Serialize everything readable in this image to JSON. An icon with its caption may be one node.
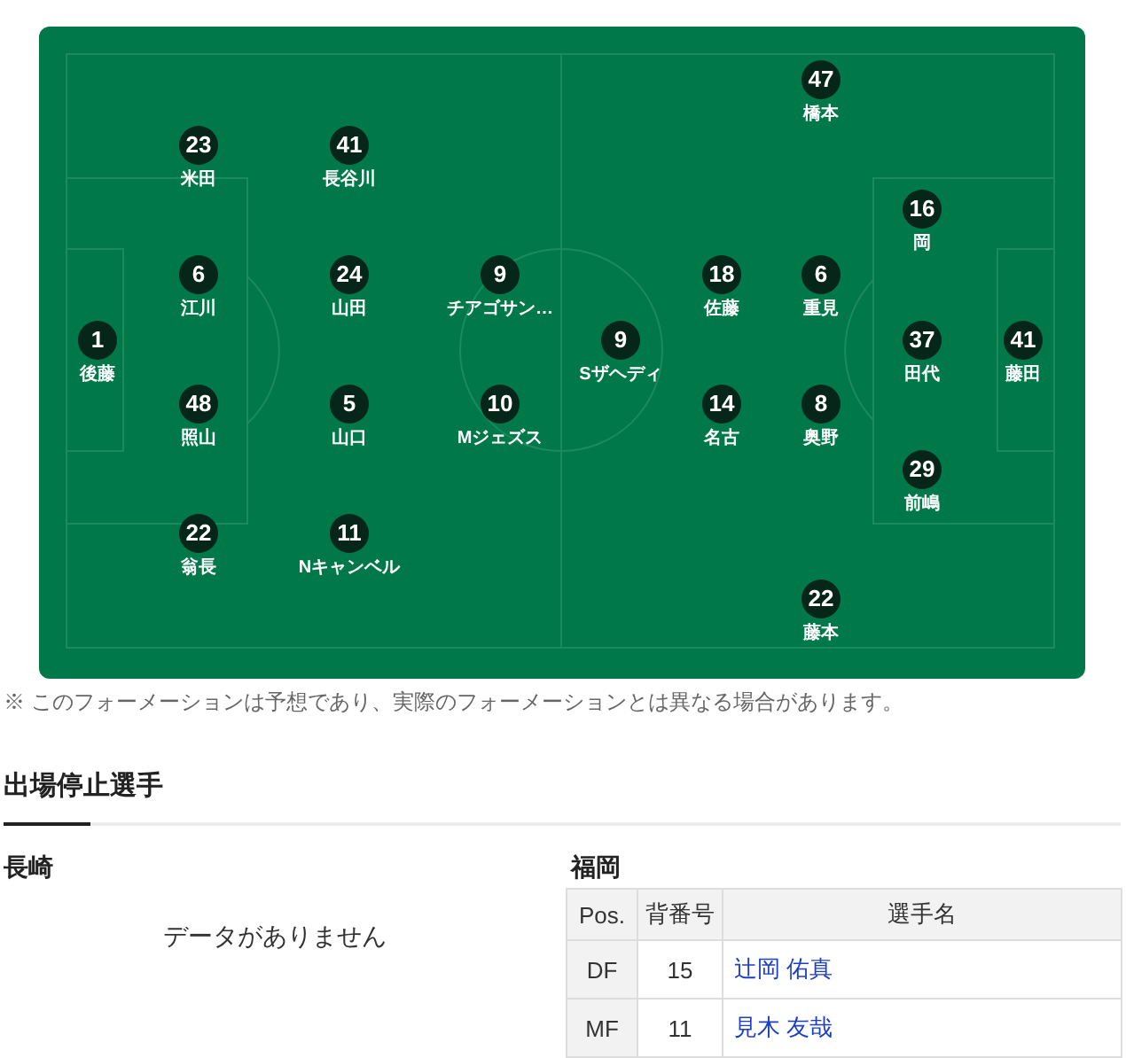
{
  "diagram": {
    "nodes": [
      {
        "text": [
          "1",
          "後藤"
        ]
      },
      {
        "text": [
          "23",
          "米田"
        ]
      },
      {
        "text": [
          "6",
          "江川"
        ]
      },
      {
        "text": [
          "48",
          "照山"
        ]
      },
      {
        "text": [
          "22",
          "翁長"
        ]
      },
      {
        "text": [
          "41",
          "長谷川"
        ]
      },
      {
        "text": [
          "24",
          "山田"
        ]
      },
      {
        "text": [
          "5",
          "山口"
        ]
      },
      {
        "text": [
          "11",
          "Nキャンベル"
        ]
      },
      {
        "text": [
          "9",
          "チアゴサン…"
        ]
      },
      {
        "text": [
          "10",
          "Mジェズス"
        ]
      },
      {
        "text": [
          "9",
          "Sザヘディ"
        ]
      },
      {
        "text": [
          "18",
          "佐藤"
        ]
      },
      {
        "text": [
          "14",
          "名古"
        ]
      },
      {
        "text": [
          "47",
          "橋本"
        ]
      },
      {
        "text": [
          "6",
          "重見"
        ]
      },
      {
        "text": [
          "8",
          "奥野"
        ]
      },
      {
        "text": [
          "22",
          "藤本"
        ]
      },
      {
        "text": [
          "16",
          "岡"
        ]
      },
      {
        "text": [
          "37",
          "田代"
        ]
      },
      {
        "text": [
          "29",
          "前嶋"
        ]
      },
      {
        "text": [
          "41",
          "藤田"
        ]
      }
    ],
    "edges": [],
    "labels": [
      "※ このフォーメーションは予想であり、実際のフォーメーションとは異なる場合があります。",
      "出場停止選手",
      "長崎",
      "データがありません",
      "福岡",
      "Pos.",
      "背番号",
      "選手名",
      "DF",
      "15",
      "辻岡 佑真",
      "MF",
      "11",
      "見木 友哉"
    ]
  }
}
